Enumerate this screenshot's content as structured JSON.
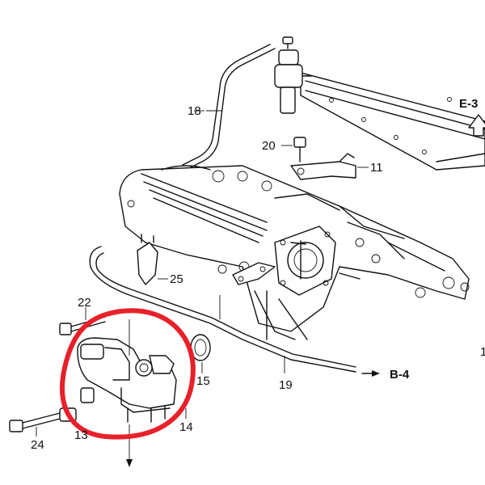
{
  "callouts": {
    "p18": "18",
    "p20": "20",
    "p11": "11",
    "p25": "25",
    "p22": "22",
    "p15": "15",
    "p19": "19",
    "p14": "14",
    "p13": "13",
    "p24": "24"
  },
  "refs": {
    "e3": "E-3",
    "b4": "B-4",
    "edge": "1"
  },
  "colors": {
    "line": "#111111",
    "highlight": "#e8202a",
    "background": "#ffffff"
  }
}
